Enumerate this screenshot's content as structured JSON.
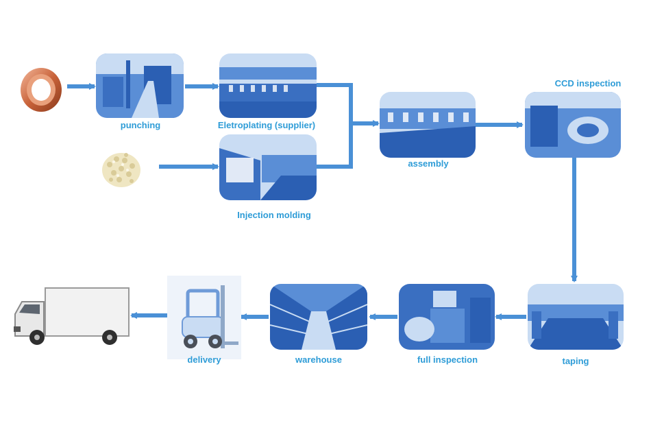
{
  "colors": {
    "label": "#2E9CD7",
    "arrow": "#4A90D6",
    "photo_dark": "#2B5FB3",
    "photo_mid": "#5A8ED6",
    "photo_light": "#C9DCF3"
  },
  "steps": {
    "punching": "punching",
    "electroplating": "Eletroplating (supplier)",
    "injection_molding": "Injection molding",
    "assembly": "assembly",
    "ccd_inspection": "CCD inspection",
    "taping": "taping",
    "full_inspection": "full inspection",
    "warehouse": "warehouse",
    "delivery": "delivery"
  },
  "icons": {
    "raw_copper": "copper-coil-icon",
    "raw_plastic": "plastic-pellets-icon",
    "forklift": "forklift-icon",
    "truck": "truck-icon"
  }
}
